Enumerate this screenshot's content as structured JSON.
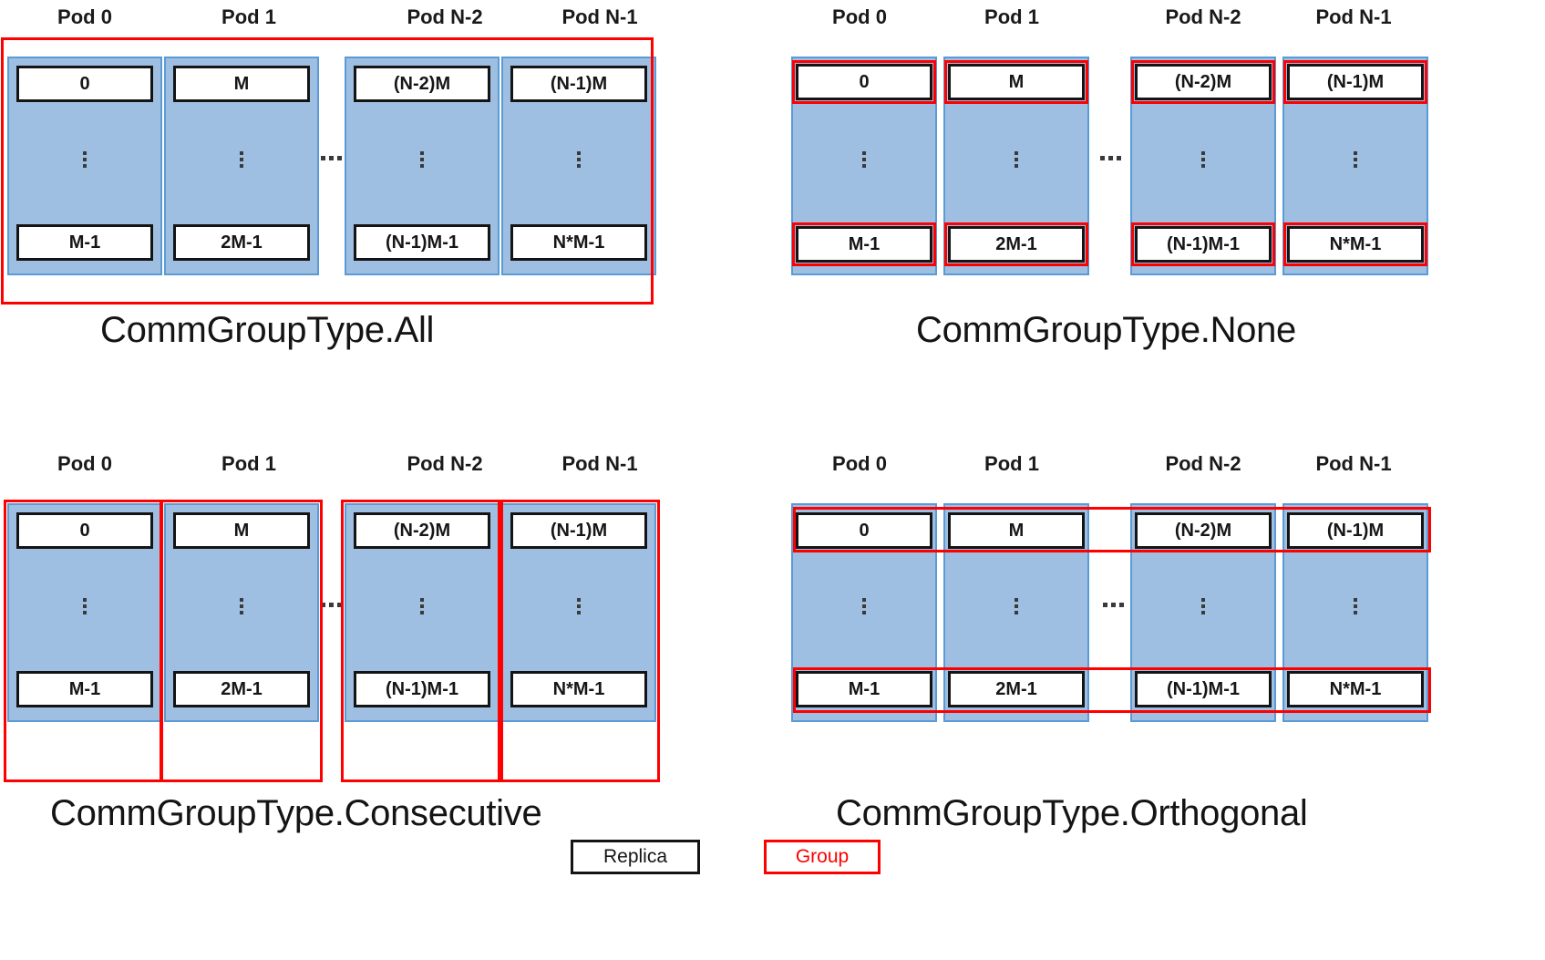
{
  "figure": {
    "legend": {
      "replica_label": "Replica",
      "group_label": "Group"
    },
    "colors": {
      "pod_fill": "#9FBFE2",
      "pod_border": "#5B9BD5",
      "replica_border": "#141414",
      "group_border": "#FF0000",
      "background": "#FFFFFF"
    }
  },
  "panels": [
    {
      "id": "all",
      "caption": "CommGroupType.All",
      "group_mode": "single-box-around-all-pods",
      "pod_labels": [
        "Pod 0",
        "Pod 1",
        "Pod N-2",
        "Pod N-1"
      ],
      "top_replicas": [
        "0",
        "M",
        "(N-2)M",
        "(N-1)M"
      ],
      "bottom_replicas": [
        "M-1",
        "2M-1",
        "(N-1)M-1",
        "N*M-1"
      ],
      "ellipsis": "…"
    },
    {
      "id": "none",
      "caption": "CommGroupType.None",
      "group_mode": "per-replica-box",
      "pod_labels": [
        "Pod 0",
        "Pod 1",
        "Pod N-2",
        "Pod N-1"
      ],
      "top_replicas": [
        "0",
        "M",
        "(N-2)M",
        "(N-1)M"
      ],
      "bottom_replicas": [
        "M-1",
        "2M-1",
        "(N-1)M-1",
        "N*M-1"
      ],
      "ellipsis": "…"
    },
    {
      "id": "consecutive",
      "caption": "CommGroupType.Consecutive",
      "group_mode": "per-pod-box",
      "pod_labels": [
        "Pod 0",
        "Pod 1",
        "Pod N-2",
        "Pod N-1"
      ],
      "top_replicas": [
        "0",
        "M",
        "(N-2)M",
        "(N-1)M"
      ],
      "bottom_replicas": [
        "M-1",
        "2M-1",
        "(N-1)M-1",
        "N*M-1"
      ],
      "ellipsis": "…"
    },
    {
      "id": "orthogonal",
      "caption": "CommGroupType.Orthogonal",
      "group_mode": "horizontal-row-box",
      "pod_labels": [
        "Pod 0",
        "Pod 1",
        "Pod N-2",
        "Pod N-1"
      ],
      "top_replicas": [
        "0",
        "M",
        "(N-2)M",
        "(N-1)M"
      ],
      "bottom_replicas": [
        "M-1",
        "2M-1",
        "(N-1)M-1",
        "N*M-1"
      ],
      "ellipsis": "…"
    }
  ]
}
